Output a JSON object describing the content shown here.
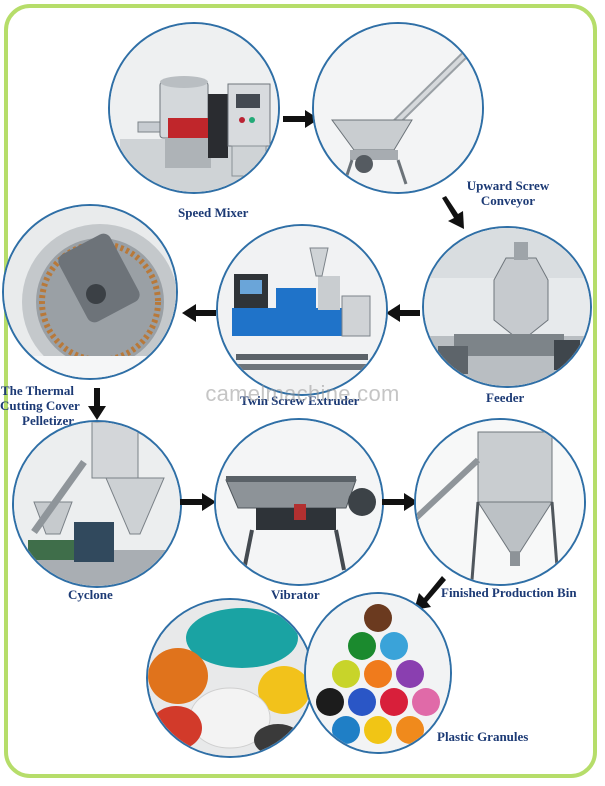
{
  "watermark": "camelmachine.com",
  "steps": {
    "speed_mixer": "Speed Mixer",
    "upward_screw_conveyor_line1": "Upward Screw",
    "upward_screw_conveyor_line2": "Conveyor",
    "feeder": "Feeder",
    "twin_screw_extruder": "Twin Screw Extruder",
    "pelletizer_line1": "The Thermal",
    "pelletizer_line2": "Cutting Cover",
    "pelletizer_line3": "Pelletizer",
    "cyclone": "Cyclone",
    "vibrator": "Vibrator",
    "finished_production_bin": "Finished Production Bin",
    "plastic_granules": "Plastic Granules"
  },
  "colors": {
    "frame": "#b6dd6a",
    "circle_border": "#2f6fa6",
    "label": "#1c3a75",
    "arrow": "#111111"
  },
  "icons": [
    "arrow-right-icon",
    "arrow-down-icon",
    "arrow-left-icon",
    "arrow-down-left-icon"
  ]
}
